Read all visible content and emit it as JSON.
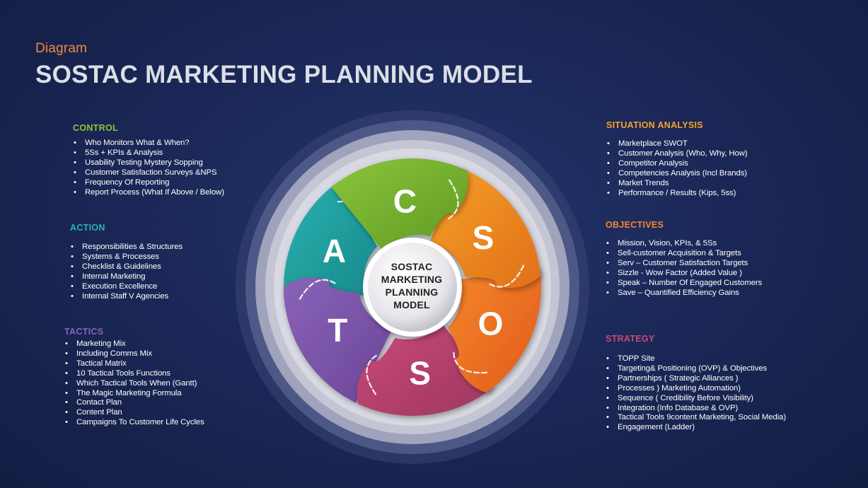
{
  "header": {
    "subtitle": "Diagram",
    "title": "SOSTAC MARKETING PLANNING MODEL"
  },
  "center": {
    "lines": [
      "SOSTAC",
      "MARKETING",
      "PLANNING",
      "MODEL"
    ]
  },
  "segments": [
    {
      "letter": "C",
      "color": "#8cc43c",
      "dark": "#5e9a22"
    },
    {
      "letter": "S",
      "color": "#f7a12a",
      "dark": "#e06f18"
    },
    {
      "letter": "O",
      "color": "#f6872c",
      "dark": "#e05a1a"
    },
    {
      "letter": "S",
      "color": "#c94a78",
      "dark": "#9e3760"
    },
    {
      "letter": "T",
      "color": "#8a63b9",
      "dark": "#6a4597"
    },
    {
      "letter": "A",
      "color": "#2ab3b0",
      "dark": "#17868a"
    }
  ],
  "panels": {
    "control": {
      "heading": "CONTROL",
      "color": "#8cc43c",
      "items": [
        "Who Monitors What & When?",
        "5Ss + KPIs & Analysis",
        "Usability Testing Mystery Sopping",
        "Customer Satisfaction Surveys &NPS",
        "Frequency Of Reporting",
        "Report Process (What If Above / Below)"
      ]
    },
    "action": {
      "heading": "ACTION",
      "color": "#2ab3b0",
      "items": [
        "Responsibilities & Structures",
        "Systems & Processes",
        "Checklist & Guidelines",
        "Internal Marketing",
        "Execution Excellence",
        "Internal Staff V Agencies"
      ]
    },
    "tactics": {
      "heading": "TACTICS",
      "color": "#8a63b9",
      "items": [
        "Marketing Mix",
        "Including Comms Mix",
        "Tactical Matrix",
        "10 Tactical Tools Functions",
        "Which Tactical Tools When (Gantt)",
        "The Magic Marketing Formula",
        "Contact Plan",
        "Content Plan",
        "Campaigns To Customer Life Cycles"
      ]
    },
    "situation": {
      "heading": "SITUATION  ANALYSIS",
      "color": "#f7a12a",
      "items": [
        "Marketplace SWOT",
        "Customer Analysis (Who, Why, How)",
        "Competitor Analysis",
        "Competencies Analysis (Incl Brands)",
        "Market Trends",
        "Performance / Results (Kips, 5ss)"
      ]
    },
    "objectives": {
      "heading": "OBJECTIVES",
      "color": "#f6872c",
      "items": [
        "Mission, Vision, KPIs, & 5Ss",
        "Sell-customer Acquisition & Targets",
        "Serv – Customer Satisfaction Targets",
        "Sizzle -  Wow Factor (Added Value )",
        "Speak – Number Of Engaged Customers",
        "Save – Quantified Efficiency Gains"
      ]
    },
    "strategy": {
      "heading": "STRATEGY",
      "color": "#c94a78",
      "items": [
        "TOPP Site",
        "Targeting& Positioning (OVP) & Objectives",
        "Partnerships ( Strategic Alliances )",
        "Processes ) Marketing Automation)",
        "Sequence ( Credibility Before Visibility)",
        "Integration (Info Database & OVP)",
        "Tactical Tools 9content Marketing, Social Media)",
        "Engagement (Ladder)"
      ]
    }
  }
}
